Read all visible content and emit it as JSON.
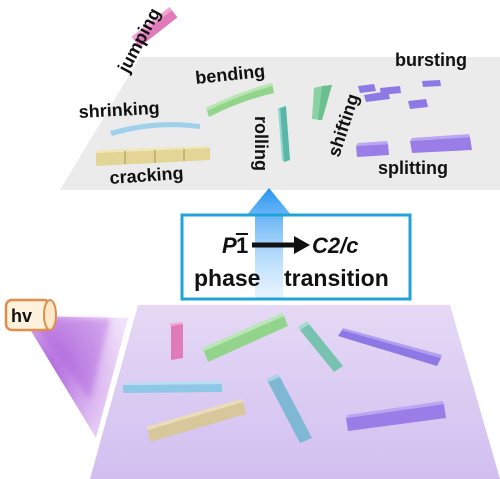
{
  "labels": {
    "jumping": "jumping",
    "bending": "bending",
    "bursting": "bursting",
    "shrinking": "shrinking",
    "rolling": "rolling",
    "shifting": "shifting",
    "cracking": "cracking",
    "splitting": "splitting"
  },
  "transition": {
    "from_phase_letter": "P",
    "from_phase_symbol": "1",
    "to_phase": "C2/c",
    "caption_left": "phase",
    "caption_right": "transition"
  },
  "light_source": {
    "label": "hv"
  },
  "colors": {
    "top_plane": "#ebebeb",
    "bottom_plane": "#d9c8ee",
    "box_border": "#20a3d8",
    "arrow": "#2f8fe6",
    "light_cone": "#b45fdc",
    "pink": "#e07ab8",
    "green": "#93d48d",
    "blue": "#9fd0ec",
    "teal": "#82cfc0",
    "yellow": "#e2d595",
    "purple": "#8d79e6",
    "tan": "#d9c79c"
  }
}
